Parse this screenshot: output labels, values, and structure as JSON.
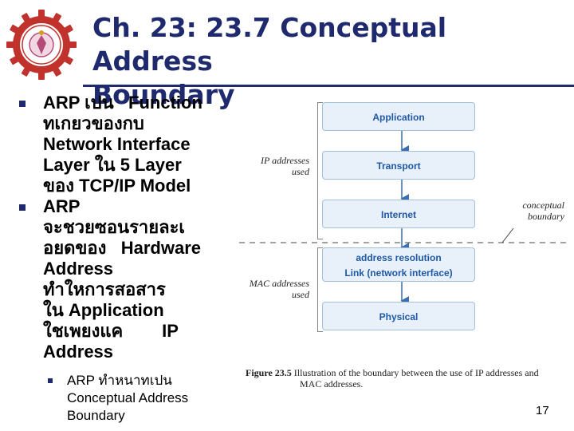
{
  "header": {
    "title_line1": "Ch. 23: 23.7 Conceptual Address",
    "title_line2": "Boundary",
    "logo_icon": "university-emblem-icon"
  },
  "bullets": [
    {
      "lines": [
        "ARP เปน   Function",
        "ทเกยวของกบ",
        "Network Interface",
        "Layer ใน 5 Layer",
        "ของ TCP/IP Model"
      ]
    },
    {
      "lines": [
        "ARP",
        "จะชวยซอนรายละเ",
        "อยดของ   Hardware",
        "Address",
        "ทำใหการสอสาร",
        "ใน Application",
        "ใชเพยงแค        IP",
        "Address"
      ]
    }
  ],
  "sub_bullet": {
    "lines": [
      "ARP ทำหนาทเปน",
      "Conceptual Address",
      "Boundary"
    ]
  },
  "diagram": {
    "layers": {
      "application": "Application",
      "transport": "Transport",
      "internet": "Internet",
      "address_resolution": "address resolution",
      "link": "Link (network interface)",
      "physical": "Physical"
    },
    "ip_label": [
      "IP addresses",
      "used"
    ],
    "mac_label": [
      "MAC addresses",
      "used"
    ],
    "boundary_label": [
      "conceptual",
      "boundary"
    ],
    "colors": {
      "box_fill": "#e8f1fa",
      "box_text": "#1f58a8",
      "arrow": "#3a6fb0"
    }
  },
  "caption": {
    "fig": "Figure 23.5",
    "text_line1": " Illustration of the boundary between the use of IP addresses and",
    "text_line2": "MAC addresses."
  },
  "page_number": "17"
}
